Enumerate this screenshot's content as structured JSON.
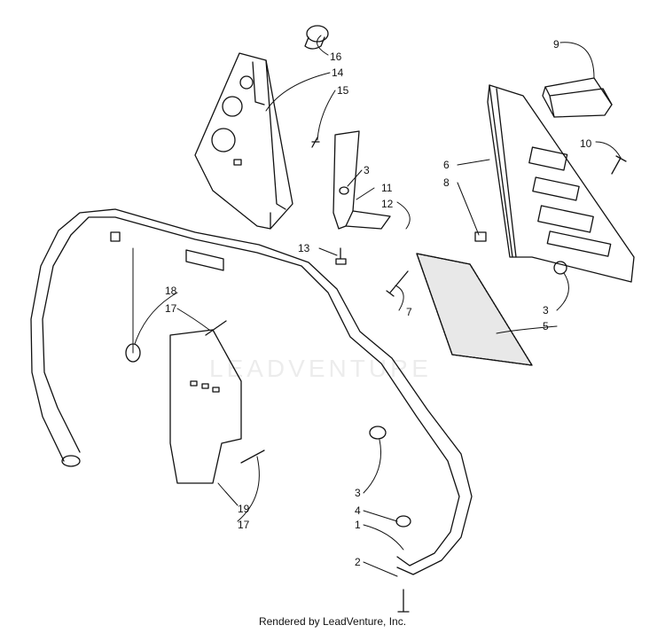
{
  "diagram": {
    "callouts": {
      "c1": "1",
      "c2": "2",
      "c3a": "3",
      "c3b": "3",
      "c3c": "3",
      "c4": "4",
      "c5": "5",
      "c6": "6",
      "c7": "7",
      "c8": "8",
      "c9": "9",
      "c10": "10",
      "c11": "11",
      "c12": "12",
      "c13": "13",
      "c14": "14",
      "c15": "15",
      "c16": "16",
      "c17a": "17",
      "c17b": "17",
      "c18": "18",
      "c19": "19"
    }
  },
  "watermark": "LEADVENTURE",
  "caption": "Rendered by LeadVenture, Inc."
}
